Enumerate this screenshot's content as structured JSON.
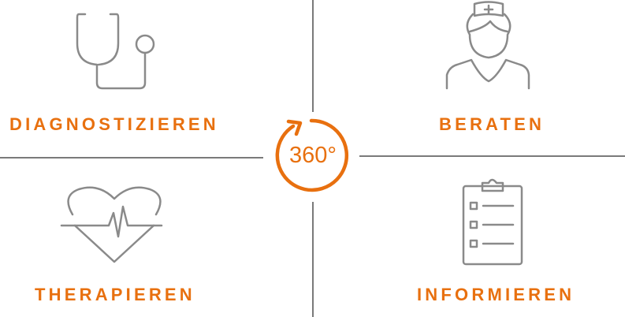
{
  "center": {
    "label": "360°"
  },
  "quadrants": [
    {
      "label": "DIAGNOSTIZIEREN",
      "icon": "stethoscope-icon"
    },
    {
      "label": "BERATEN",
      "icon": "nurse-icon"
    },
    {
      "label": "THERAPIEREN",
      "icon": "heart-pulse-icon"
    },
    {
      "label": "INFORMIEREN",
      "icon": "clipboard-icon"
    }
  ],
  "colors": {
    "accent": "#e8700f",
    "icon": "#8a8a8a",
    "divider": "#7a7a7a"
  }
}
